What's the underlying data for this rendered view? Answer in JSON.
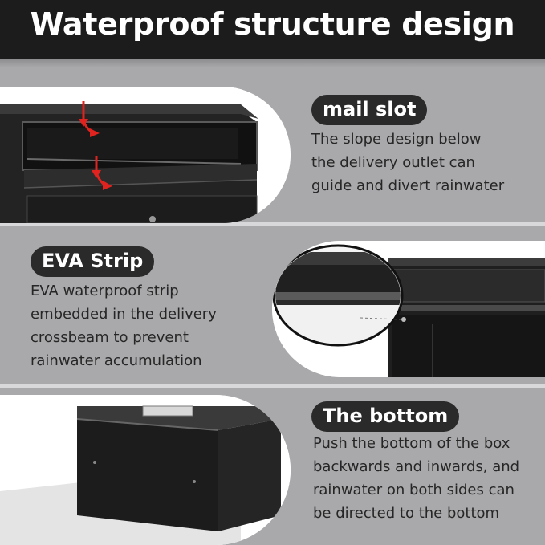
{
  "header": {
    "title": "Waterproof structure design"
  },
  "sections": [
    {
      "badge": "mail slot",
      "lines": [
        "The slope design below",
        "the delivery outlet can",
        "guide and divert rainwater"
      ]
    },
    {
      "badge": "EVA Strip",
      "lines": [
        "EVA waterproof strip",
        "embedded in the delivery",
        "crossbeam to prevent",
        "rainwater accumulation"
      ]
    },
    {
      "badge": "The bottom",
      "lines": [
        "Push the bottom of the box",
        "backwards and inwards, and",
        "rainwater on both sides can",
        "be directed to the bottom"
      ]
    }
  ],
  "colors": {
    "header_bg": "#1c1c1c",
    "badge_bg": "#2a2a2a",
    "arrow": "#e0231e",
    "background": "#a9a9ab"
  }
}
